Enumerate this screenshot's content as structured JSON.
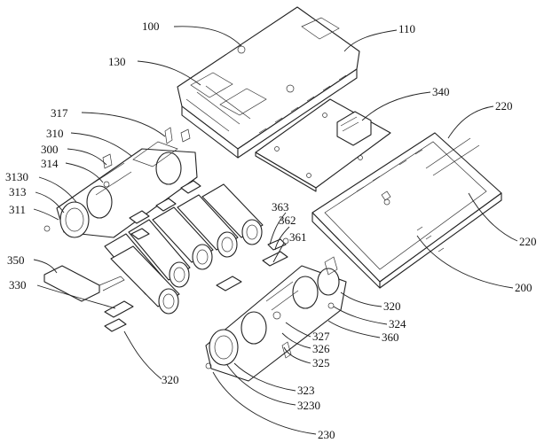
{
  "labels": {
    "l100": "100",
    "l110": "110",
    "l130": "130",
    "l340": "340",
    "l317": "317",
    "l220a": "220",
    "l310": "310",
    "l300": "300",
    "l314": "314",
    "l3130": "3130",
    "l313": "313",
    "l311": "311",
    "l363": "363",
    "l362": "362",
    "l361": "361",
    "l220b": "220",
    "l350": "350",
    "l330": "330",
    "l200": "200",
    "l320a": "320",
    "l324": "324",
    "l360": "360",
    "l327": "327",
    "l326": "326",
    "l325": "325",
    "l320b": "320",
    "l323": "323",
    "l3230": "3230",
    "l230": "230"
  }
}
